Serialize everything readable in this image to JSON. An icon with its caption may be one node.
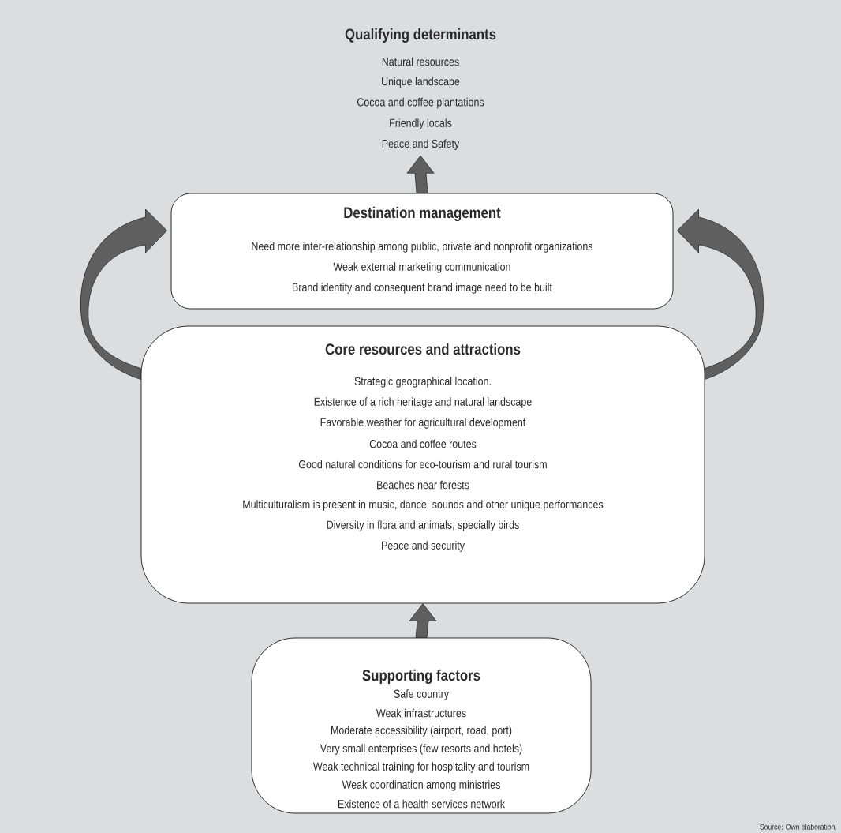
{
  "diagram": {
    "caption": "Source: Own elaboration.",
    "nodes": [
      {
        "text": [
          "Qualifying determinants",
          "Natural resources",
          "Unique landscape",
          "Cocoa and coffee plantations",
          "Friendly locals",
          "Peace and Safety"
        ]
      },
      {
        "text": [
          "Destination management",
          "Need more inter-relationship among public, private and nonprofit organizations",
          "Weak external marketing communication",
          "Brand identity and consequent brand image need to be built"
        ]
      },
      {
        "text": [
          "Core resources and attractions",
          "Strategic geographical location.",
          "Existence of a rich heritage and natural landscape",
          "Favorable weather for agricultural development",
          "Cocoa and coffee routes",
          "Good natural conditions for eco-tourism and rural tourism",
          "Beaches near forests",
          "Multiculturalism is present in music, dance, sounds and other unique performances",
          "Diversity in flora  and animals, specially birds",
          "Peace and security"
        ]
      },
      {
        "text": [
          "Supporting factors",
          "Safe country",
          "Weak infrastructures",
          "Moderate accessibility (airport, road, port)",
          "Very small enterprises (few resorts and hotels)",
          "Weak technical training for hospitality and tourism",
          "Weak coordination among ministries",
          "Existence of a health services network"
        ]
      }
    ],
    "edges": [
      {
        "from": 3,
        "to": 2,
        "arrow": "to"
      },
      {
        "from": 2,
        "to": 1,
        "arrow": "to"
      },
      {
        "from": 2,
        "to": 1,
        "arrow": "to"
      },
      {
        "from": 1,
        "to": 0,
        "arrow": "to"
      }
    ]
  }
}
